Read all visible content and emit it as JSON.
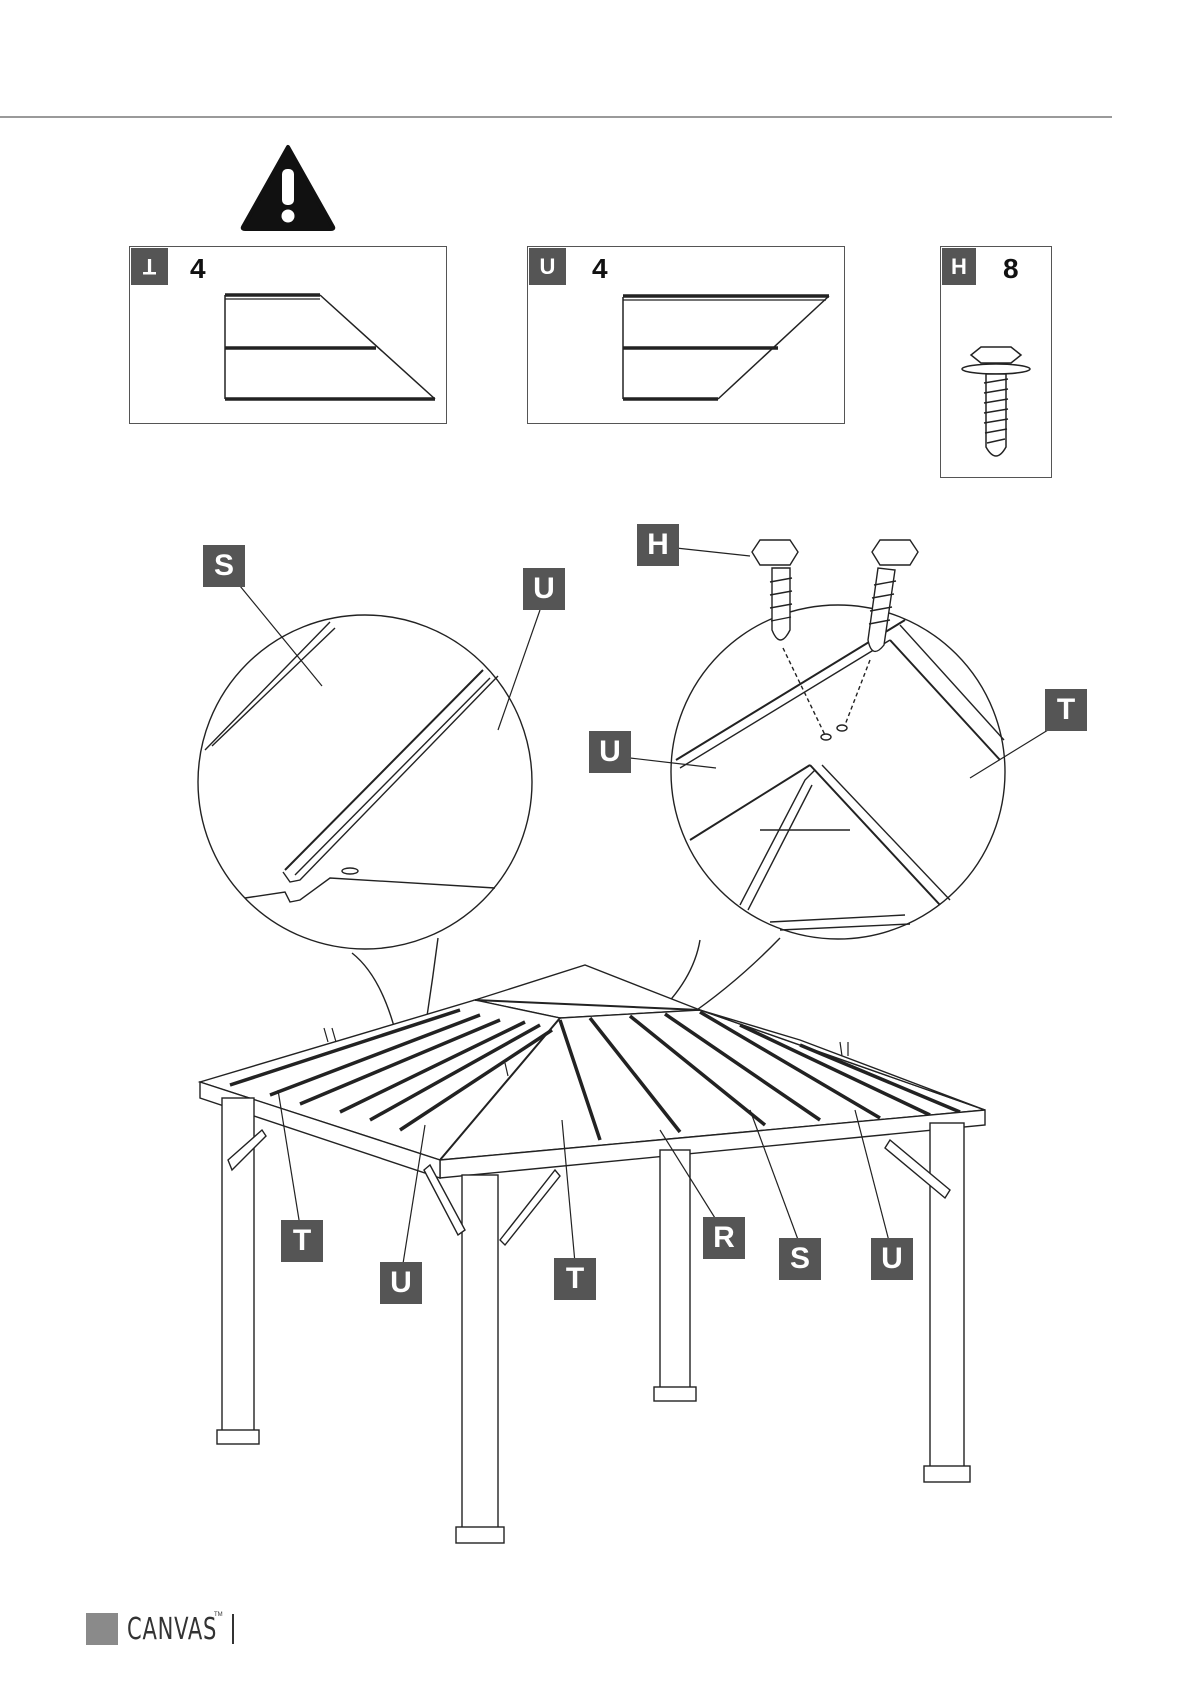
{
  "parts": [
    {
      "letter": "T",
      "qty": "4"
    },
    {
      "letter": "U",
      "qty": "4"
    },
    {
      "letter": "H",
      "qty": "8"
    }
  ],
  "callouts": {
    "s_detail": "S",
    "u_detail": "U",
    "h_detail": "H",
    "u_right_detail": "U",
    "t_right_detail": "T",
    "t_front_left": "T",
    "u_front": "U",
    "t_front": "T",
    "r_front": "R",
    "s_front": "S",
    "u_front_right": "U"
  },
  "footer": {
    "brand": "CANVAS",
    "tm": "TM"
  },
  "icons": [
    "warning-icon",
    "screw-icon"
  ],
  "colors": {
    "badge": "#555555",
    "line": "#333333"
  }
}
